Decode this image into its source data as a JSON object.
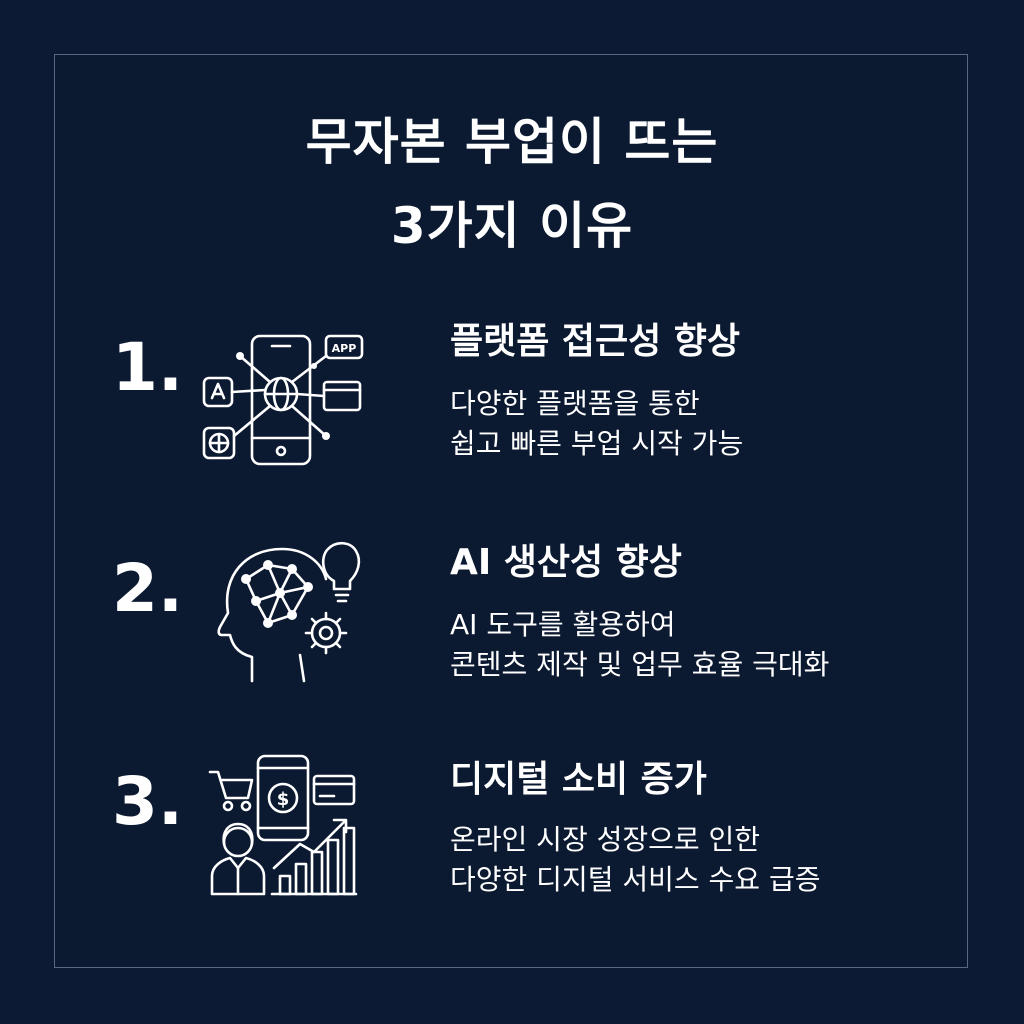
{
  "title": {
    "line1": "무자본 부업이 뜨는",
    "line2": "3가지 이유"
  },
  "items": [
    {
      "number": "1.",
      "heading": "플랫폼 접근성 향상",
      "desc_line1": "다양한 플랫폼을 통한",
      "desc_line2": "쉽고 빠른 부업 시작 가능",
      "icon": "platform-network-icon",
      "icon_badge": "APP"
    },
    {
      "number": "2.",
      "heading": "AI 생산성 향상",
      "desc_line1": "AI 도구를 활용하여",
      "desc_line2": "콘텐츠 제작 및 업무 효율 극대화",
      "icon": "ai-brain-icon"
    },
    {
      "number": "3.",
      "heading": "디지털 소비 증가",
      "desc_line1": "온라인 시장 성장으로 인한",
      "desc_line2": "다양한 디지털 서비스 수요 급증",
      "icon": "digital-commerce-icon"
    }
  ],
  "colors": {
    "background": "#0b1931",
    "border": "#5b6780",
    "text": "#ffffff"
  }
}
